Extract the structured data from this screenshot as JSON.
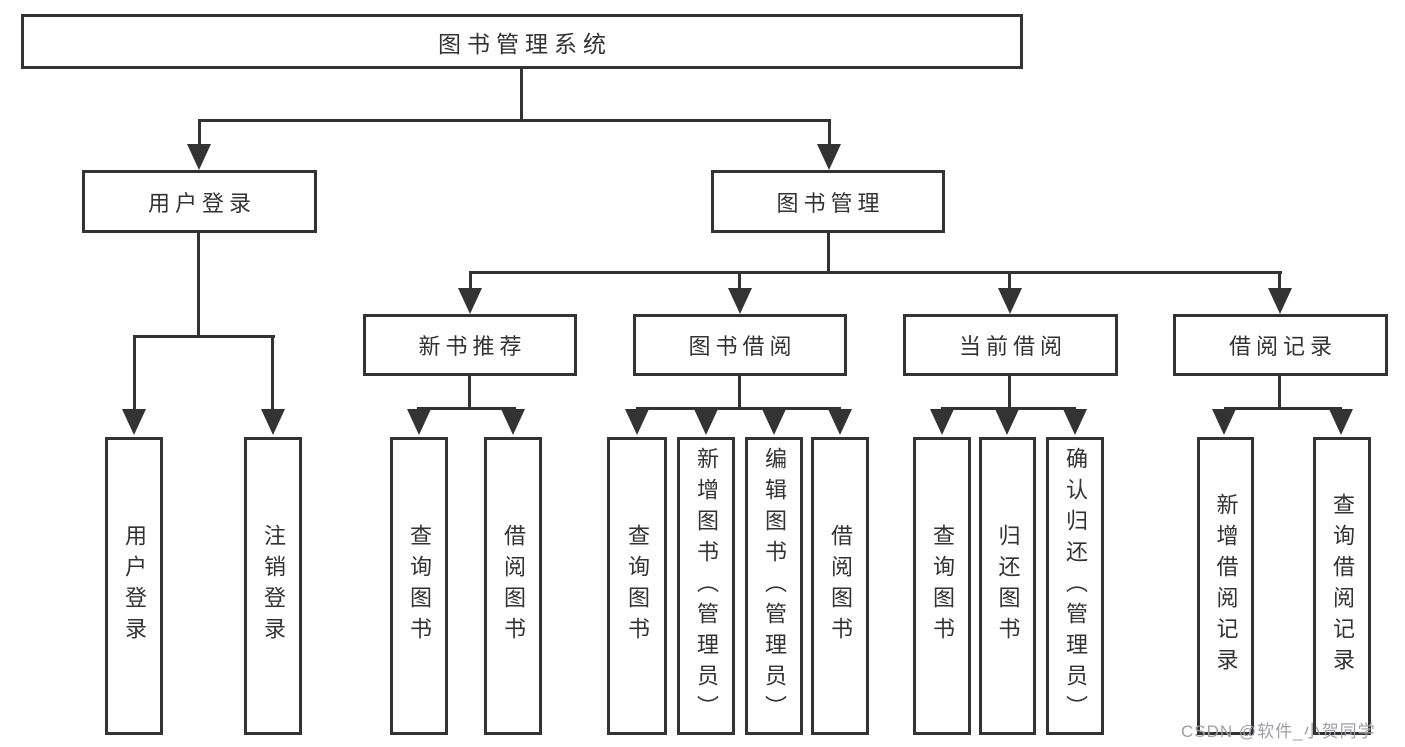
{
  "tree": {
    "label": "图书管理系统",
    "children": [
      {
        "label": "用户登录",
        "children": [
          {
            "label": "用户登录"
          },
          {
            "label": "注销登录"
          }
        ]
      },
      {
        "label": "图书管理",
        "children": [
          {
            "label": "新书推荐",
            "children": [
              {
                "label": "查询图书"
              },
              {
                "label": "借阅图书"
              }
            ]
          },
          {
            "label": "图书借阅",
            "children": [
              {
                "label": "查询图书"
              },
              {
                "label": "新增图书（管理员）"
              },
              {
                "label": "编辑图书（管理员）"
              },
              {
                "label": "借阅图书"
              }
            ]
          },
          {
            "label": "当前借阅",
            "children": [
              {
                "label": "查询图书"
              },
              {
                "label": "归还图书"
              },
              {
                "label": "确认归还（管理员）"
              }
            ]
          },
          {
            "label": "借阅记录",
            "children": [
              {
                "label": "新增借阅记录"
              },
              {
                "label": "查询借阅记录"
              }
            ]
          }
        ]
      }
    ]
  },
  "watermark": {
    "text": "CSDN @软件_小贺同学"
  },
  "colors": {
    "line": "#333333",
    "text": "#333333",
    "watermark": "#9e9ea6"
  }
}
